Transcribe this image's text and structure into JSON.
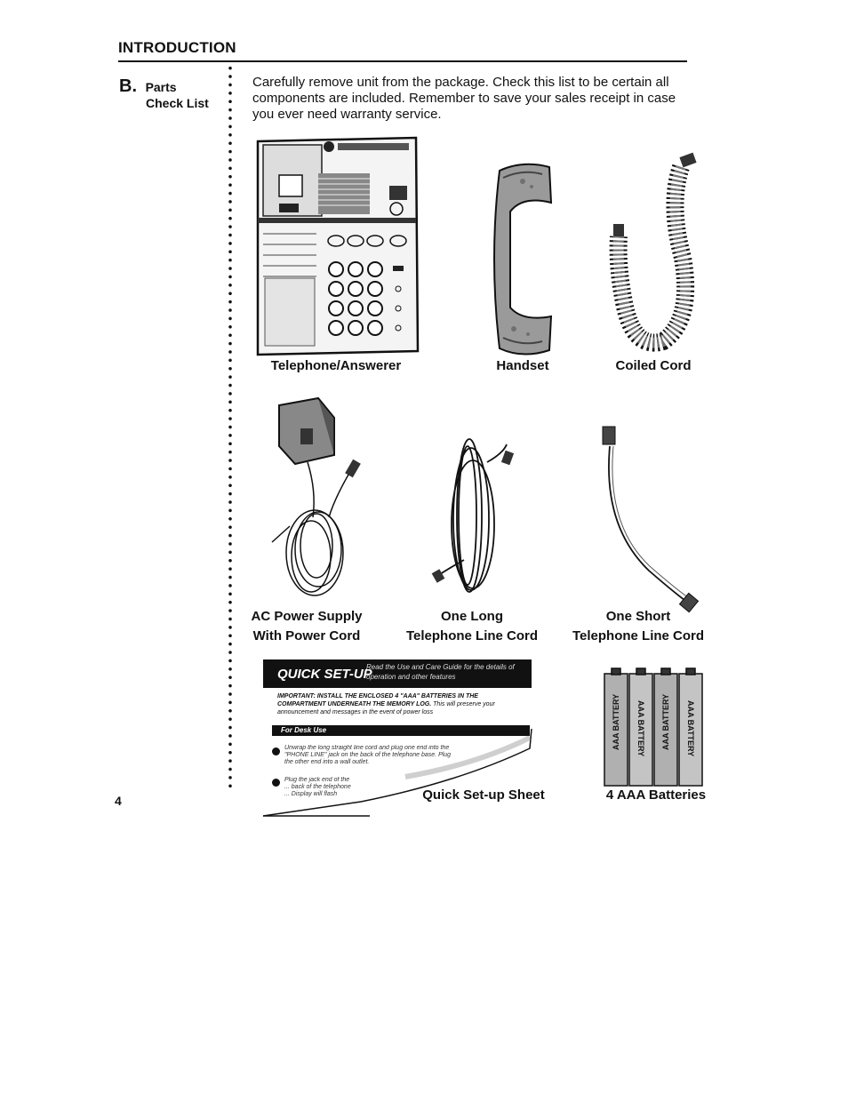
{
  "header": {
    "title": "INTRODUCTION"
  },
  "section": {
    "letter": "B.",
    "title": "Parts",
    "subtitle": "Check List"
  },
  "intro_text": "Carefully remove unit from the package. Check this list to be certain all components are included. Remember to save your sales receipt in case you ever need warranty service.",
  "parts": [
    {
      "label": "Telephone/Answerer",
      "icon": "telephone-answerer-image"
    },
    {
      "label": "Handset",
      "icon": "handset-image"
    },
    {
      "label": "Coiled Cord",
      "icon": "coiled-cord-image"
    },
    {
      "label_line1": "AC Power Supply",
      "label_line2": "With Power Cord",
      "icon": "ac-power-supply-image"
    },
    {
      "label_line1": "One Long",
      "label_line2": "Telephone Line Cord",
      "icon": "long-line-cord-image"
    },
    {
      "label_line1": "One Short",
      "label_line2": "Telephone Line Cord",
      "icon": "short-line-cord-image"
    },
    {
      "label": "Quick Set-up Sheet",
      "icon": "quick-setup-sheet-image"
    },
    {
      "label": "4 AAA Batteries",
      "icon": "aaa-batteries-image"
    }
  ],
  "quick_setup": {
    "title": "QUICK SET-UP",
    "subtitle": "Read the Use and Care Guide for the details of operation and other features",
    "important": "IMPORTANT: INSTALL THE ENCLOSED 4 \"AAA\" BATTERIES IN THE COMPARTMENT UNDERNEATH THE MEMORY LOG.",
    "important_tail": "This will preserve your announcement and messages in the event of power loss",
    "bar_label": "For Desk Use",
    "step1": "Unwrap the long straight line cord and plug one end into the \"PHONE LINE\" jack on the back of the telephone base. Plug the other end into a wall outlet.",
    "step2": "Plug the jack end of the ... back of the telephone ... Display will flash"
  },
  "battery_label": "AAA BATTERY",
  "page_number": "4"
}
